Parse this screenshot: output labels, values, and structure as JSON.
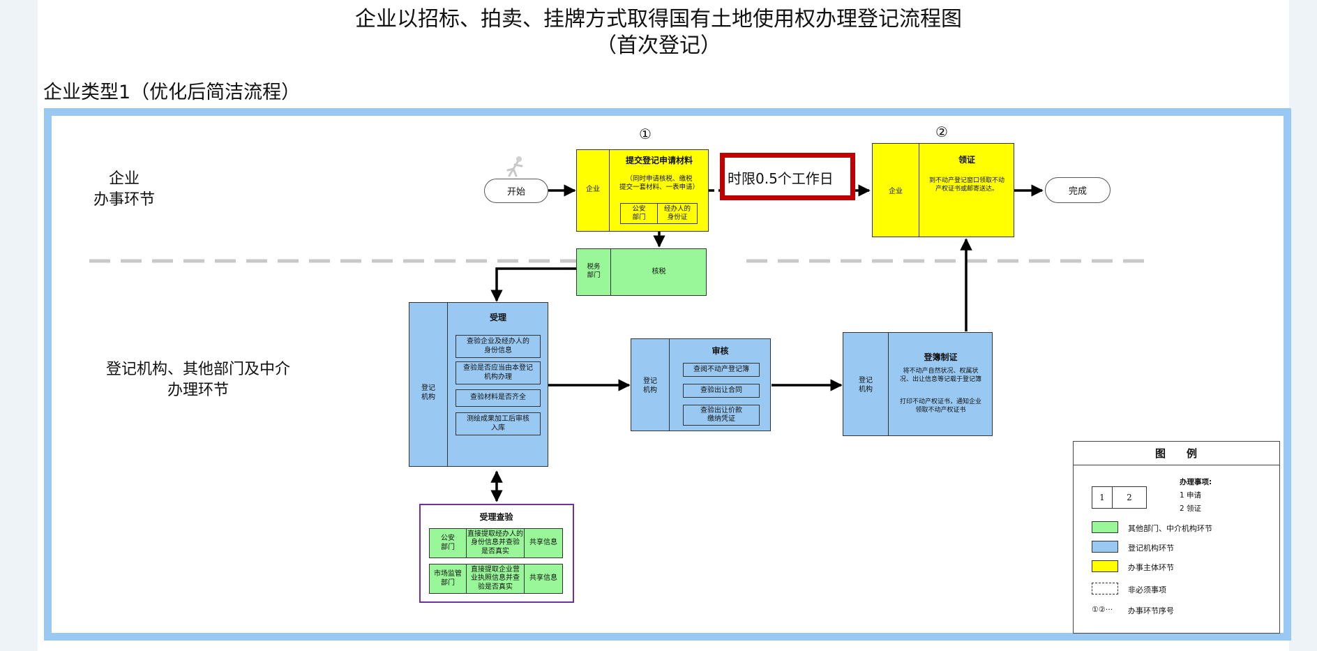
{
  "title": {
    "line1": "企业以招标、拍卖、挂牌方式取得国有土地使用权办理登记流程图",
    "line2": "（首次登记）"
  },
  "subtitle": "企业类型1（优化后简洁流程）",
  "lanes": {
    "enterprise": [
      "企业",
      "办事环节"
    ],
    "agency": [
      "登记机构、其他部门及中介",
      "办理环节"
    ]
  },
  "flow": {
    "start": "开始",
    "finish": "完成",
    "step1": {
      "number": "①",
      "actor": "企业",
      "title": "提交登记申请材料",
      "note": [
        "（同时申请核税、缴税",
        "提交一套材料、一表申请）"
      ],
      "items": [
        [
          "公安",
          "部门"
        ],
        [
          "经办人的",
          "身份证"
        ]
      ]
    },
    "time_limit": "时限0.5个工作日",
    "step2": {
      "number": "②",
      "actor": "企业",
      "title": "领证",
      "note": [
        "到不动产登记窗口领取不动",
        "产权证书或邮寄送达。"
      ]
    },
    "tax": {
      "actor": [
        "税务",
        "部门"
      ],
      "title": "核税"
    },
    "accept": {
      "actor": [
        "登记",
        "机构"
      ],
      "title": "受理",
      "items": [
        [
          "查验企业及经办人的",
          "身份信息"
        ],
        [
          "查验是否应当由本登记",
          "机构办理"
        ],
        [
          "查验材料是否齐全"
        ],
        [
          "测绘成果加工后审核",
          "入库"
        ]
      ]
    },
    "review": {
      "actor": [
        "登记",
        "机构"
      ],
      "title": "审核",
      "items": [
        [
          "查阅不动产登记簿"
        ],
        [
          "查验出让合同"
        ],
        [
          "查验出让价款",
          "缴纳凭证"
        ]
      ]
    },
    "register": {
      "actor": [
        "登记",
        "机构"
      ],
      "title": "登簿制证",
      "note1": [
        "将不动产自然状况、权属状",
        "况、出让信息等记载于登记簿"
      ],
      "note2": [
        "打印不动产权证书，通知企业",
        "领取不动产权证书"
      ]
    },
    "verify": {
      "title": "受理查验",
      "rows": [
        {
          "dept": [
            "公安",
            "部门"
          ],
          "desc": [
            "直接提取经办人的",
            "身份信息并查验",
            "是否真实"
          ],
          "share": "共享信息"
        },
        {
          "dept": [
            "市场监管",
            "部门"
          ],
          "desc": [
            "直接提取企业营",
            "业执照信息并查",
            "验是否真实"
          ],
          "share": "共享信息"
        }
      ]
    }
  },
  "legend": {
    "title": "图　　例",
    "cells": [
      "1",
      "2"
    ],
    "items_label": "办理事项:",
    "items": [
      "1 申请",
      "2 领证"
    ],
    "green": "其他部门、中介机构环节",
    "blue": "登记机构环节",
    "yellow": "办事主体环节",
    "dashed": "非必须事项",
    "seq_symbol": "①②···",
    "seq": "办事环节序号"
  },
  "colors": {
    "yellow": "#ffff00",
    "blue": "#99c9f2",
    "green": "#99f799",
    "purple": "#7030a0",
    "red": "#c00000"
  }
}
